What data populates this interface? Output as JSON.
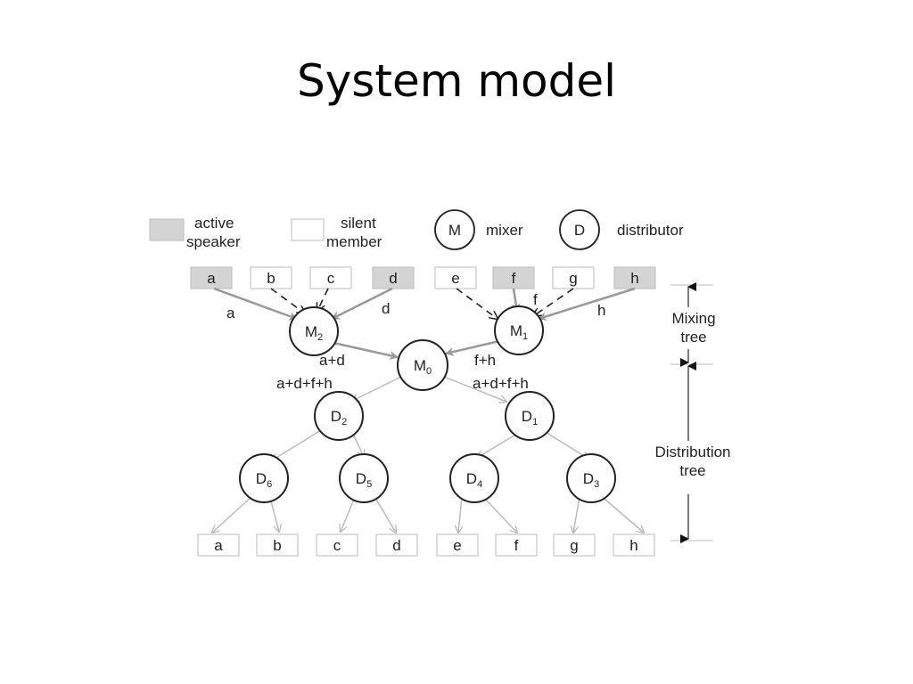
{
  "title": "System model",
  "legend": {
    "active_label": [
      "active",
      "speaker"
    ],
    "silent_label": [
      "silent",
      "member"
    ],
    "mixer_symbol": "M",
    "mixer_label": "mixer",
    "distributor_symbol": "D",
    "distributor_label": "distributor"
  },
  "members_top": [
    {
      "label": "a",
      "active": true
    },
    {
      "label": "b",
      "active": false
    },
    {
      "label": "c",
      "active": false
    },
    {
      "label": "d",
      "active": true
    },
    {
      "label": "e",
      "active": false
    },
    {
      "label": "f",
      "active": true
    },
    {
      "label": "g",
      "active": false
    },
    {
      "label": "h",
      "active": true
    }
  ],
  "members_bottom": [
    "a",
    "b",
    "c",
    "d",
    "e",
    "f",
    "g",
    "h"
  ],
  "mixers": [
    {
      "id": "M2",
      "base": "M",
      "sub": "2"
    },
    {
      "id": "M1",
      "base": "M",
      "sub": "1"
    },
    {
      "id": "M0",
      "base": "M",
      "sub": "0"
    }
  ],
  "distributors": [
    {
      "id": "D2",
      "base": "D",
      "sub": "2"
    },
    {
      "id": "D1",
      "base": "D",
      "sub": "1"
    },
    {
      "id": "D6",
      "base": "D",
      "sub": "6"
    },
    {
      "id": "D5",
      "base": "D",
      "sub": "5"
    },
    {
      "id": "D4",
      "base": "D",
      "sub": "4"
    },
    {
      "id": "D3",
      "base": "D",
      "sub": "3"
    }
  ],
  "edge_labels": {
    "a_to_m2": "a",
    "d_to_m2": "d",
    "f_to_m1": "f",
    "h_to_m1": "h",
    "m2_to_m0": "a+d",
    "m1_to_m0": "f+h",
    "m0_to_d2": "a+d+f+h",
    "m0_to_d1": "a+d+f+h"
  },
  "side_labels": {
    "mixing_tree": [
      "Mixing",
      "tree"
    ],
    "distribution_tree": [
      "Distribution",
      "tree"
    ]
  },
  "colors": {
    "active_fill": "#d4d4d4",
    "silent_fill": "#ffffff",
    "solid_arrow": "#999999",
    "dashed_arrow": "#222222",
    "distribution_line": "#bbbbbb"
  }
}
